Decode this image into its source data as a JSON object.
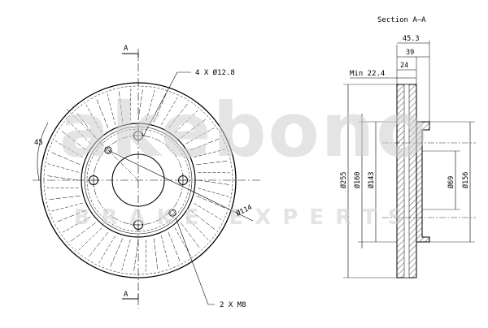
{
  "labels": {
    "section": "Section A–A",
    "section_mark_top": "A",
    "section_mark_bottom": "A",
    "holes": "4 X Ø12.8",
    "threads": "2 X M8",
    "pcd": "Ø114",
    "angle": "45",
    "min_thickness": "Min 22.4"
  },
  "dimensions": {
    "overall_height": "45.3",
    "hat_height": "39",
    "thickness": "24",
    "d_outer": "Ø255",
    "d_160": "Ø160",
    "d_143": "Ø143",
    "d_69": "Ø69",
    "d_156": "Ø156"
  },
  "watermark": {
    "brand": "akebono",
    "tagline": "BRAKE EXPERTS"
  }
}
